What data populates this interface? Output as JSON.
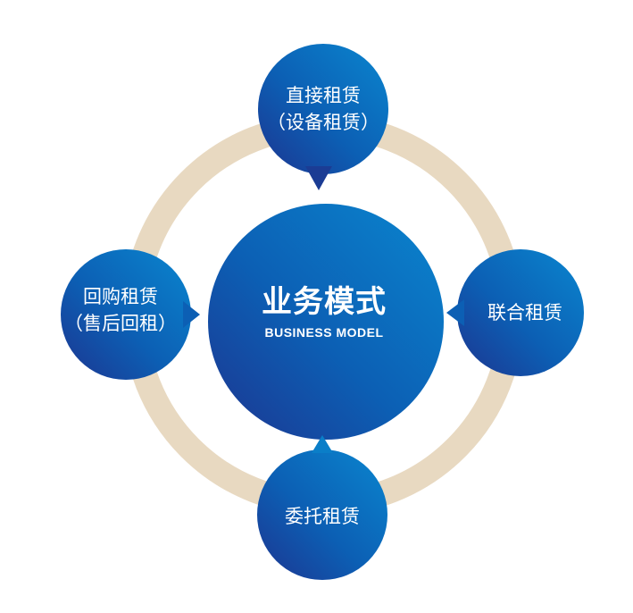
{
  "colors": {
    "ring": "#e8d9c1",
    "bubble_light": "#0a7ec8",
    "bubble_dark": "#1b3c94",
    "text": "#ffffff",
    "background": "#ffffff"
  },
  "center": {
    "title": "业务模式",
    "subtitle": "BUSINESS MODEL"
  },
  "nodes": {
    "top": {
      "line1": "直接租赁",
      "line2": "（设备租赁）"
    },
    "left": {
      "line1": "回购租赁",
      "line2": "（售后回租）"
    },
    "right": {
      "line1": "联合租赁"
    },
    "bottom": {
      "line1": "委托租赁"
    }
  }
}
